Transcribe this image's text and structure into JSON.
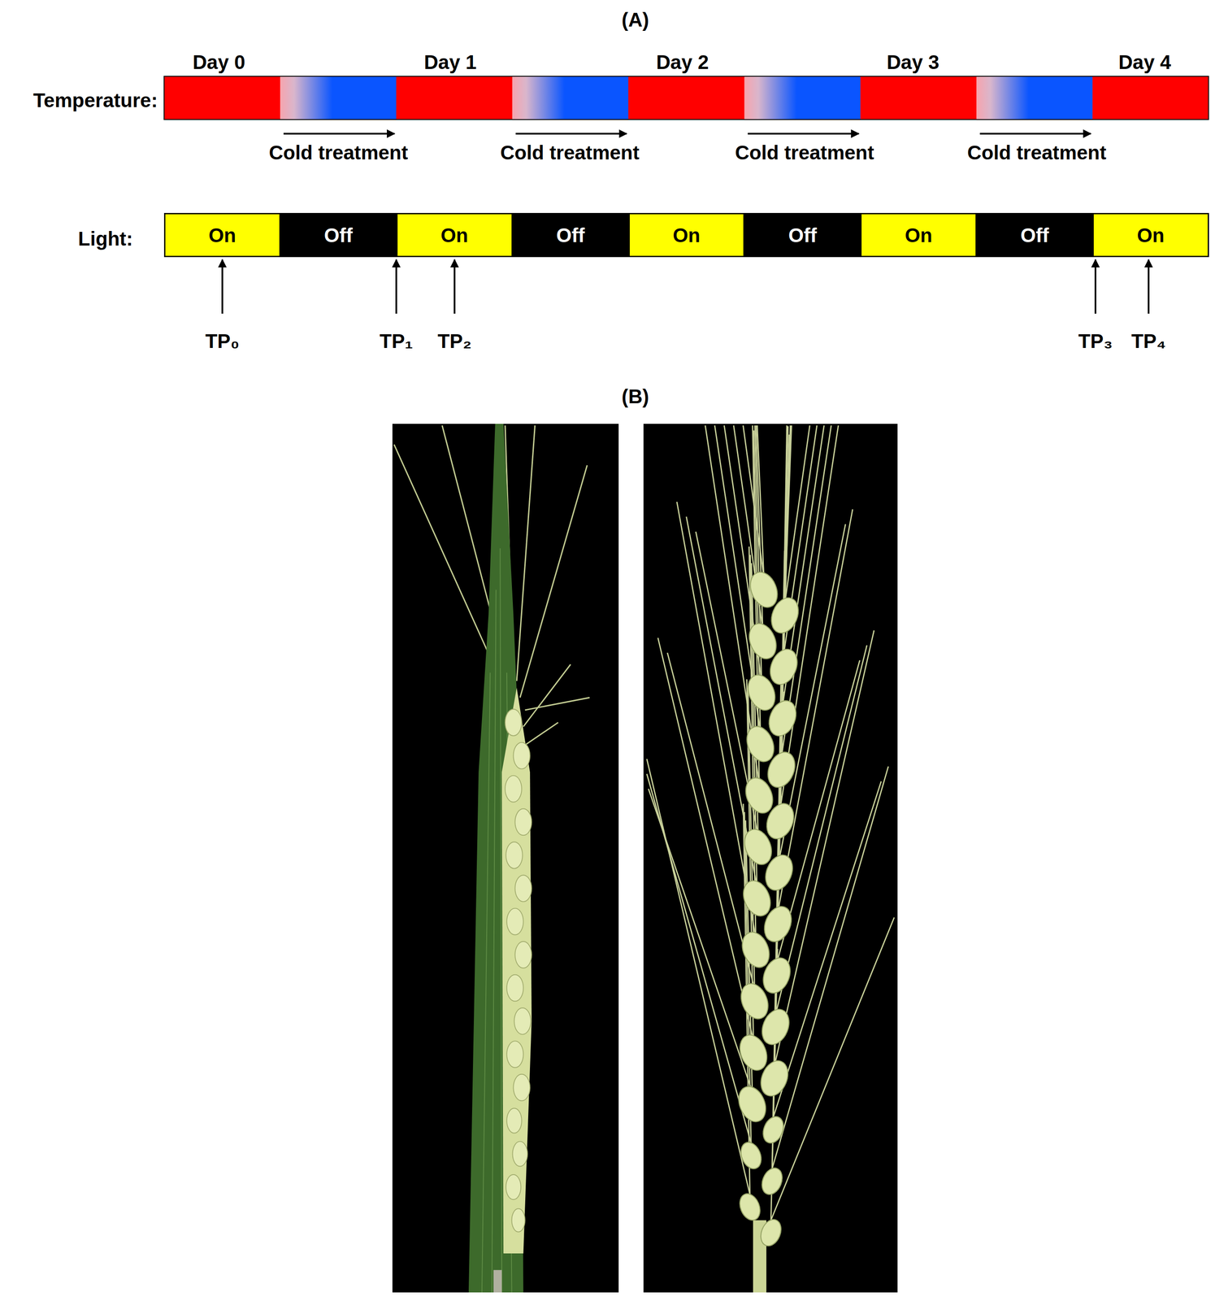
{
  "diagram": {
    "nodes": [
      {
        "text": [
          "On"
        ]
      },
      {
        "text": [
          "Off"
        ]
      },
      {
        "text": [
          "On"
        ]
      },
      {
        "text": [
          "Off"
        ]
      },
      {
        "text": [
          "On"
        ]
      },
      {
        "text": [
          "Off"
        ]
      },
      {
        "text": [
          "On"
        ]
      },
      {
        "text": [
          "Off"
        ]
      },
      {
        "text": [
          "On"
        ]
      }
    ],
    "labels": [
      "(A)",
      "Day 0",
      "Day 1",
      "Day 2",
      "Day 3",
      "Day 4",
      "Temperature:",
      "Cold treatment",
      "Cold treatment",
      "Cold treatment",
      "Cold treatment",
      "Light:",
      "TP₀",
      "TP₁",
      "TP₂",
      "TP₃",
      "TP₄",
      "(B)"
    ]
  }
}
